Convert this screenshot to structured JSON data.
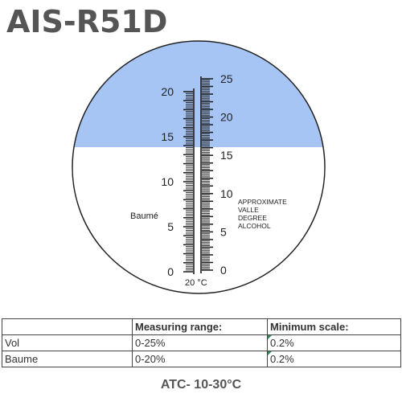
{
  "title": "AIS-R51D",
  "scale": {
    "left_label": "Baumé",
    "left_ticks": [
      "0",
      "5",
      "10",
      "15",
      "20"
    ],
    "right_ticks": [
      "0",
      "5",
      "10",
      "15",
      "20",
      "25"
    ],
    "right_legend": [
      "APPROXIMATE",
      "VALLE",
      "DEGREE",
      "ALCOHOL"
    ],
    "temperature": "20 °C",
    "colors": {
      "blue_field": "#a6c4f4",
      "scale_line": "#1a1a1a",
      "circle": "#222222"
    }
  },
  "table": {
    "headers": [
      "",
      "Measuring range:",
      "Minimum scale:"
    ],
    "rows": [
      [
        "Vol",
        "0-25%",
        "0.2%"
      ],
      [
        "Baume",
        "0-20%",
        "0.2%"
      ]
    ]
  },
  "footer": "ATC- 10-30°C"
}
